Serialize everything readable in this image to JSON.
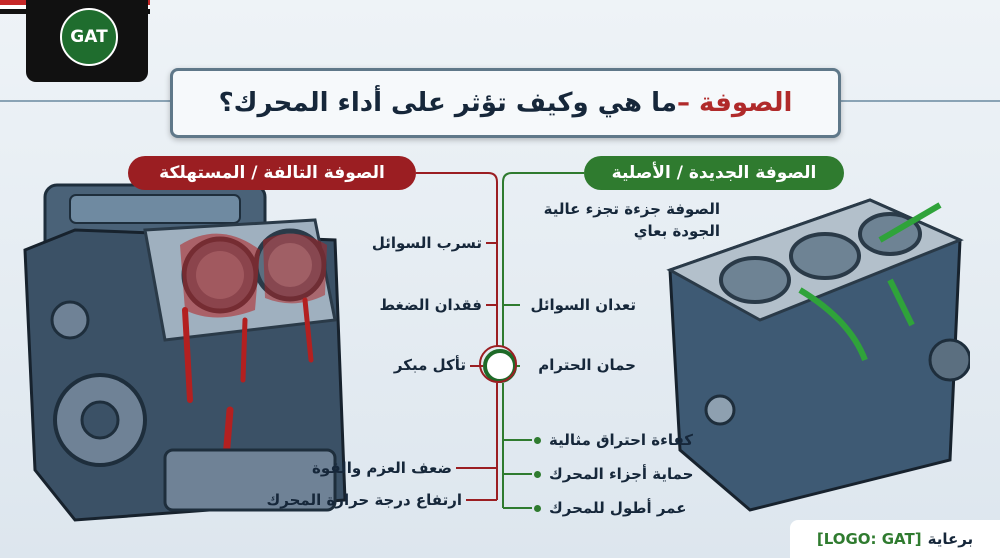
{
  "brand": {
    "logo_text": "GAT"
  },
  "title": {
    "highlight": "الصوفة –",
    "rest": " ما هي وكيف تؤثر على أداء المحرك؟"
  },
  "left_panel": {
    "heading": "الصوفة التالفة / المستهلكة",
    "callouts": [
      "تسرب السوائل",
      "فقدان الضغط",
      "تأكل مبكر"
    ],
    "effects": [
      "ضعف العزم والقوة",
      "ارتفاع درجة حرارة المحرك"
    ]
  },
  "right_panel": {
    "heading": "الصوفة الجديدة / الأصلية",
    "description": [
      "الصوفة جزءة تجزء عالية",
      "الجودة بعاي"
    ],
    "callouts": [
      "تعدان السوائل",
      "حمان الحترام"
    ],
    "benefits": [
      "كفاءة احتراق مثالية",
      "حماية أجزاء المحرك",
      "عمر أطول للمحرك"
    ]
  },
  "sponsor": {
    "label": "برعاية",
    "logo": "[LOGO: GAT]"
  },
  "colors": {
    "red": "#9b1e22",
    "green": "#2f7b2f",
    "navy": "#16273a"
  }
}
